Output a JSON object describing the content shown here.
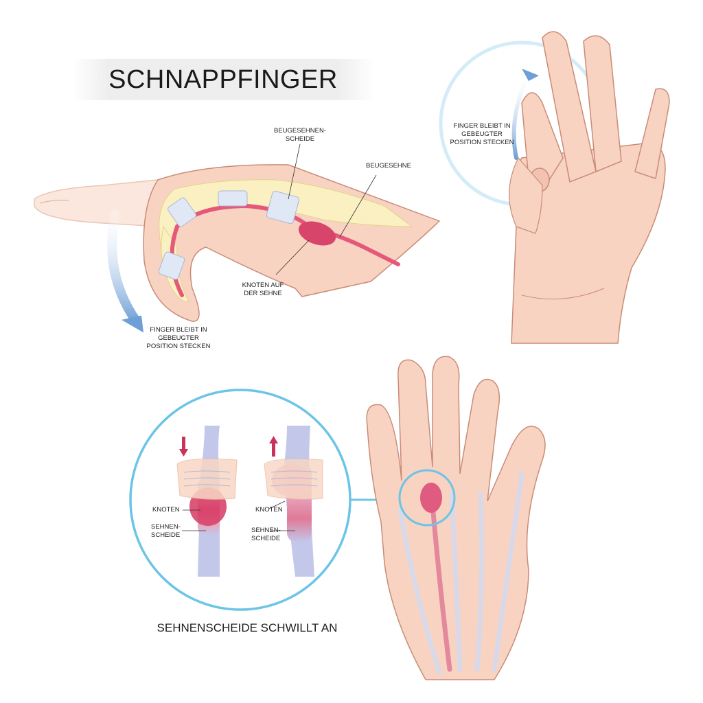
{
  "title": "SCHNAPPFINGER",
  "labels": {
    "flexor_sheath": "BEUGESEHNEN-\nSCHEIDE",
    "flexor_tendon": "BEUGESEHNE",
    "tendon_nodule": "KNOTEN AUF\nDER SEHNE",
    "finger_stuck_side": "FINGER BLEIBT IN\nGEBEUGTER\nPOSITION STECKEN",
    "finger_stuck_hand": "FINGER BLEIBT IN\nGEBEUGTER\nPOSITION STECKEN",
    "knot_left": "KNOTEN",
    "sheath_left": "SEHNEN-\nSCHEIDE",
    "knot_right": "KNOTEN",
    "sheath_right": "SEHNEN-\nSCHEIDE"
  },
  "caption": "SEHNENSCHEIDE SCHWILLT AN",
  "colors": {
    "skin": "#f8d3c1",
    "skin_outline": "#c98b77",
    "tendon": "#e5587a",
    "sheath": "#dfe6f4",
    "nodule": "#d8456b",
    "circle": "#6cc4e6",
    "arrow_blue": "#6e9fd6",
    "arrow_red": "#c8325b"
  },
  "icons": {
    "down_arrow": "arrow-down-icon",
    "up_arrow": "arrow-up-icon",
    "curved_arrow": "curved-arrow-icon"
  }
}
